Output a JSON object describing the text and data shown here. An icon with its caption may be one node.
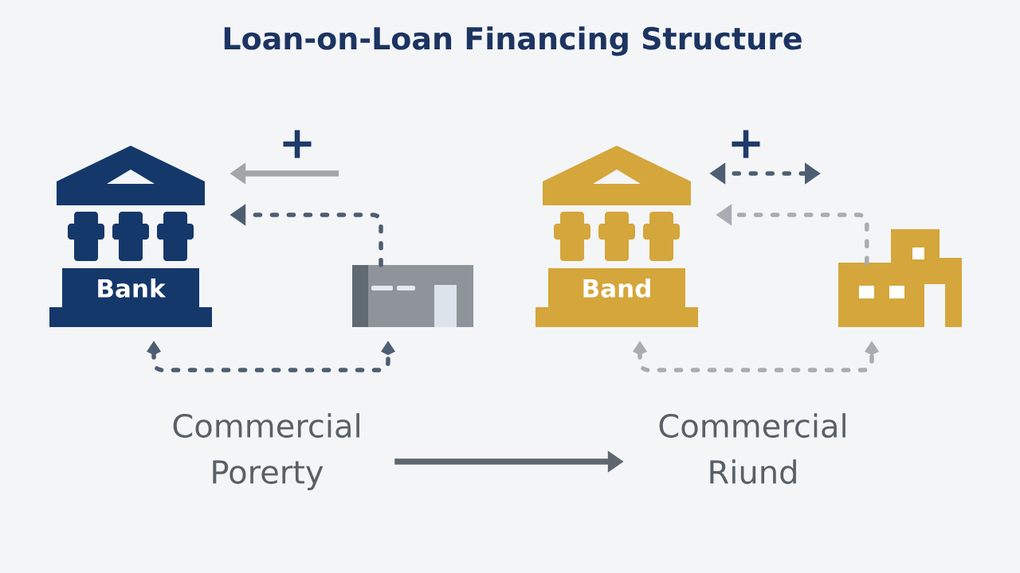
{
  "diagram": {
    "title": "Loan-on-Loan Financing Structure",
    "nodes": [
      {
        "text": [
          "Bank"
        ]
      },
      {
        "text": [],
        "shape": "building"
      },
      {
        "text": [
          "Band"
        ]
      },
      {
        "text": [],
        "shape": "building"
      },
      {
        "text": [
          "Commercial Porerty"
        ]
      },
      {
        "text": [
          "Commercial Riund"
        ]
      }
    ],
    "edges": [
      {
        "from": null,
        "to": 0,
        "arrow": "to",
        "color": "#a3a6a9"
      },
      {
        "from": 1,
        "to": 0,
        "arrow": "to",
        "style": "dashed"
      },
      {
        "from": 0,
        "to": 1,
        "arrow": "both",
        "style": "dashed"
      },
      {
        "from": null,
        "to": 2,
        "arrow": "both",
        "style": "dashed"
      },
      {
        "from": 3,
        "to": 2,
        "arrow": "to",
        "style": "dashed",
        "color": "#a9adb1"
      },
      {
        "from": 2,
        "to": 3,
        "arrow": "both",
        "style": "dashed",
        "color": "#a9adb1"
      },
      {
        "from": 4,
        "to": 5,
        "arrow": "to",
        "color": "#5e676f"
      }
    ],
    "labels": [
      "+",
      "+"
    ]
  }
}
